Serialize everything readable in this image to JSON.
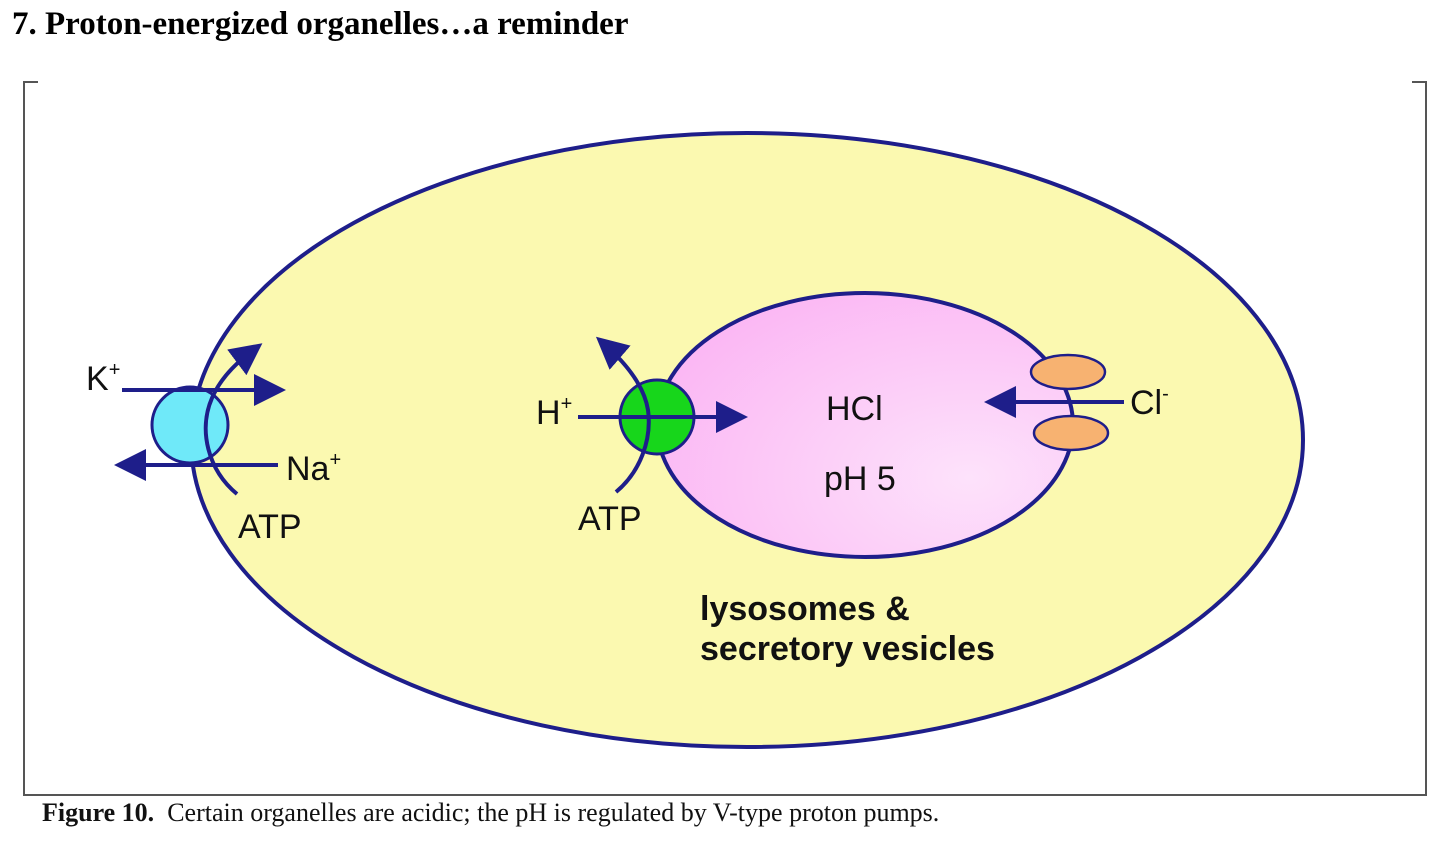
{
  "heading": "7. Proton-energized organelles…a reminder",
  "diagram": {
    "cell": {
      "pump_left": {
        "in_ion": "K",
        "in_ion_sup": "+",
        "out_ion": "Na",
        "out_ion_sup": "+",
        "energy": "ATP"
      },
      "organelle_label_line1": "lysosomes &",
      "organelle_label_line2": "secretory vesicles"
    },
    "organelle": {
      "content": "HCl",
      "ph": "pH 5",
      "proton_pump": {
        "ion": "H",
        "ion_sup": "+",
        "energy": "ATP"
      },
      "chloride_channel": {
        "ion": "Cl",
        "ion_sup": "-"
      }
    }
  },
  "colors": {
    "cell_fill": "#fbf9b0",
    "organelle_fill": "#fcc2f6",
    "membrane": "#1e1e8a",
    "pump_left": "#6fe9f9",
    "pump_proton": "#17d61b",
    "chloride_channel": "#f7b271"
  },
  "caption": {
    "label": "Figure 10.",
    "text": "Certain organelles are acidic; the pH is regulated by V-type proton pumps."
  }
}
